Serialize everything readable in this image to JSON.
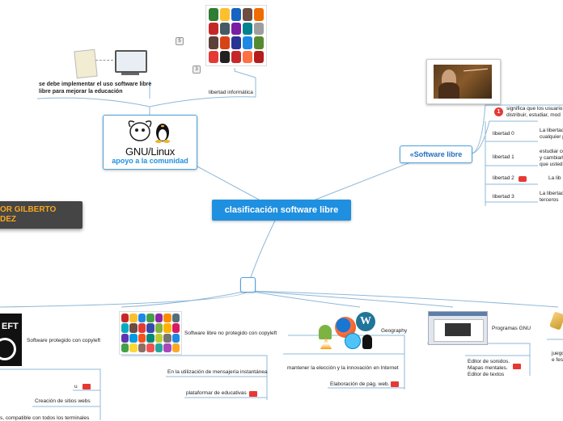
{
  "central": {
    "label": "clasificación software libre"
  },
  "gnu_node": {
    "logo_text": "GNU/Linux",
    "subtitle": "apoyo a la comunidad"
  },
  "education_note": {
    "line1": "se debe implementar el uso software libre",
    "line2": "libre para mejorar la educación"
  },
  "freedom_label": "libertad informática",
  "count_badges": [
    "5",
    "3"
  ],
  "author_node": {
    "line1": "OR GILBERTO",
    "line2": "DEZ"
  },
  "software_libre": {
    "label": "«Software libre",
    "definition_line1": "significa que los usuario",
    "definition_line2": "distribuir, estudiar, mod",
    "definition_icon": "1",
    "freedoms": [
      {
        "label": "libertad 0",
        "desc1": "La libertad",
        "desc2": "cualquier p"
      },
      {
        "label": "libertad 1",
        "desc1": "estudiar có",
        "desc2": "y cambiarl",
        "desc3": "que usted"
      },
      {
        "label": "libertad 2",
        "desc1": "La lib"
      },
      {
        "label": "libertad 3",
        "desc1": "La libertad",
        "desc2": "terceros"
      }
    ]
  },
  "bottom": {
    "copyleft_logo": "EFT",
    "copyleft_label": "Software protegido con copyleft",
    "left_items": [
      "u",
      "Creación de sitios webs",
      "s,  compatible con todos los terminales"
    ],
    "noncopyleft_a": "Software libre",
    "noncopyleft_b": "no protegido con copyleft",
    "noncopyleft_items": [
      {
        "a": "En la utilización de m",
        "b": "ensajería instantánea"
      },
      {
        "a": "plataformar",
        "b": "de educativas"
      }
    ],
    "geography_label": "Geography",
    "geography_items": [
      "mantener la elección y la innovación en Internet",
      "Elaboración de pág. web."
    ],
    "gnu_programs_label": "Programas GNU",
    "gnu_programs_items": [
      "Editor de sonidos.",
      "Mapas mentales.",
      "Editor de textos"
    ],
    "games_items": [
      "juego",
      "e fest"
    ]
  },
  "colors": {
    "central": "#1f8fe0",
    "accent_border": "#4aa3e0",
    "author_bg": "#454545",
    "author_text": "#f5a623",
    "link_icon": "#e53935"
  }
}
